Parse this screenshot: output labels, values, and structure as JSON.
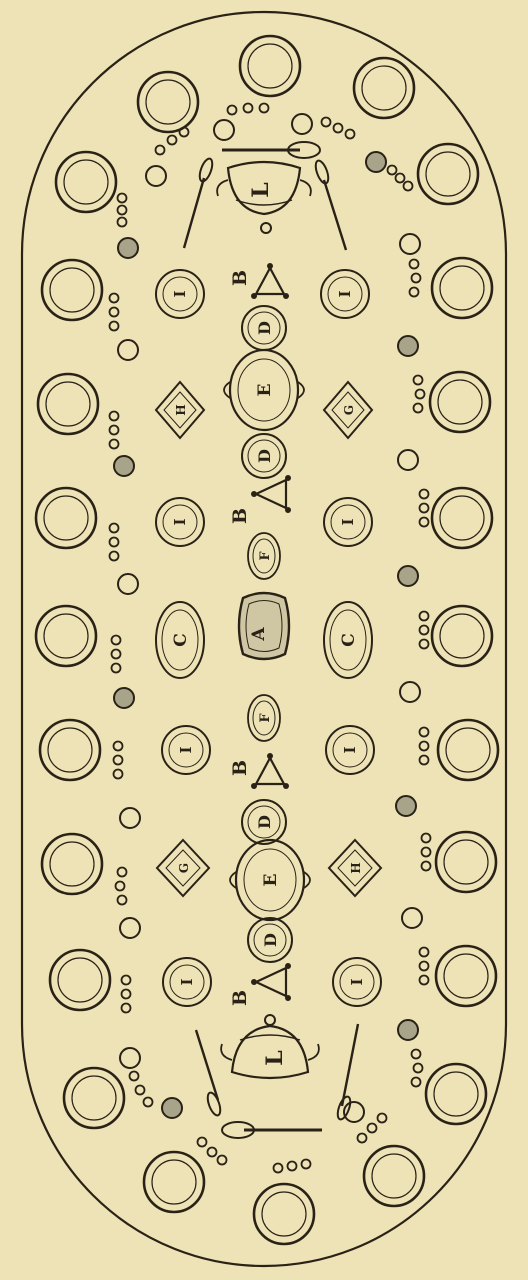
{
  "colors": {
    "paper": "#ede3b6",
    "ink": "#2a2216",
    "shade": "#a8a48a",
    "centerpiece_fill": "#cfc7a3"
  },
  "labels": {
    "centerpiece": "A",
    "side_dishes": [
      "F",
      "F"
    ],
    "rolls": [
      "B",
      "B",
      "B",
      "B"
    ],
    "plates_d": [
      "D",
      "D",
      "D",
      "D"
    ],
    "tureens": [
      "L",
      "L"
    ],
    "entrees": [
      "E",
      "E"
    ],
    "ovals": [
      "C",
      "C"
    ],
    "diamonds": [
      "H",
      "G",
      "G",
      "H"
    ],
    "small_plates": [
      "I",
      "I",
      "I",
      "I",
      "I",
      "I",
      "I",
      "I"
    ]
  }
}
